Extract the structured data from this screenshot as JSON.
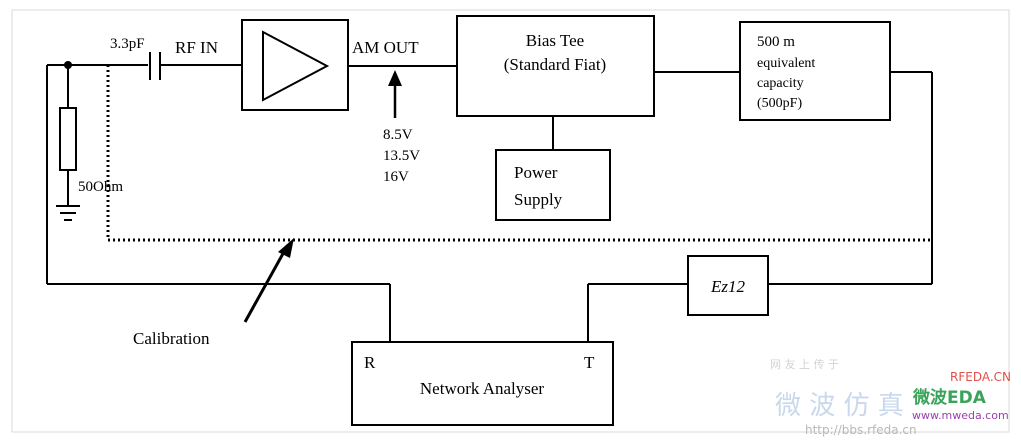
{
  "diagram": {
    "labels": {
      "capacitor": "3.3pF",
      "rf_in": "RF IN",
      "am_out": "AM OUT",
      "bias_tee_line1": "Bias Tee",
      "bias_tee_line2": "(Standard Fiat)",
      "power_supply_line1": "Power",
      "power_supply_line2": "Supply",
      "cap_box_line1": "500 m",
      "cap_box_line2": "equivalent",
      "cap_box_line3": "capacity",
      "cap_box_line4": "(500pF)",
      "voltage_1": "8.5V",
      "voltage_2": "13.5V",
      "voltage_3": "16V",
      "resistor": "50Ohm",
      "calibration": "Calibration",
      "ez12": "Ez12",
      "port_r": "R",
      "port_t": "T",
      "network_analyser": "Network Analyser"
    }
  },
  "watermark": {
    "line1": "RFEDA.CN",
    "line2": "微波EDA",
    "line3": "www.mweda.com",
    "line4": "http://bbs.rfeda.cn",
    "faint_cn": "微 波 仿 真",
    "faint_top": "网 友 上 传 于"
  },
  "colors": {
    "line": "#000000",
    "frame": "#d9d9d9",
    "wm_blue": "#c9d8ec",
    "wm_red": "#e2504a",
    "wm_green": "#3aa35a",
    "wm_purple": "#9a3fb0",
    "wm_orange": "#f08a30",
    "wm_gray": "#b8b8b8"
  }
}
